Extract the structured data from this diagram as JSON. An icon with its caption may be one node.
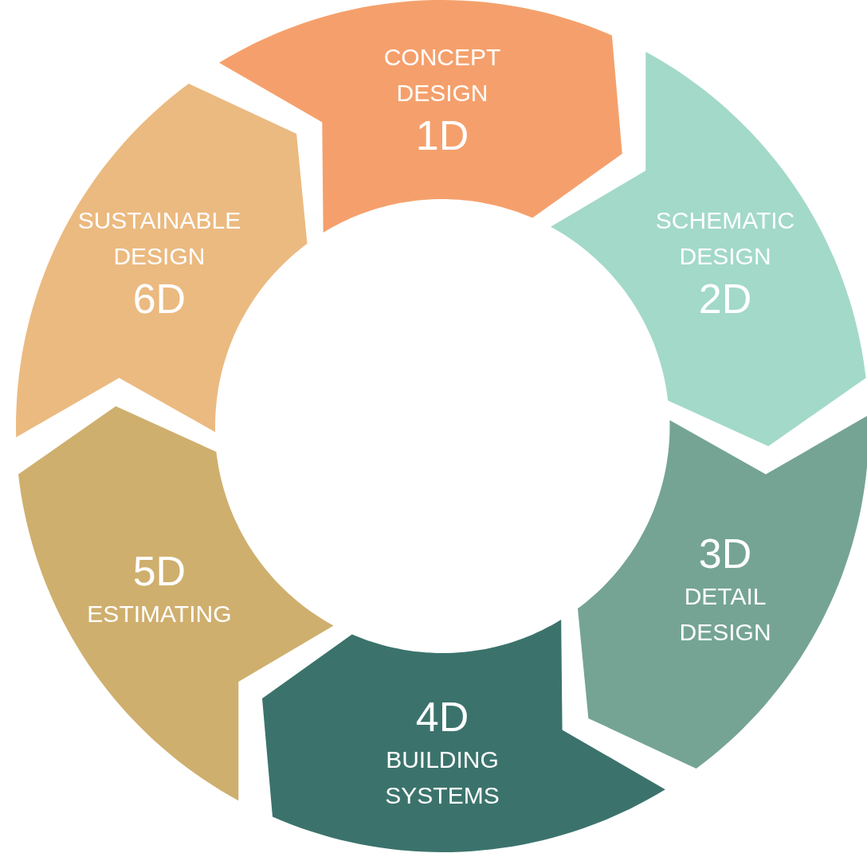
{
  "diagram": {
    "nodes": [
      {
        "text": [
          "CONCEPT DESIGN",
          "1D"
        ]
      },
      {
        "text": [
          "SCHEMATIC DESIGN",
          "2D"
        ]
      },
      {
        "text": [
          "3D",
          "DETAIL DESIGN"
        ]
      },
      {
        "text": [
          "4D",
          "BUILDING SYSTEMS"
        ]
      },
      {
        "text": [
          "5D",
          "ESTIMATING"
        ]
      },
      {
        "text": [
          "SUSTAINABLE DESIGN",
          "6D"
        ]
      }
    ]
  }
}
